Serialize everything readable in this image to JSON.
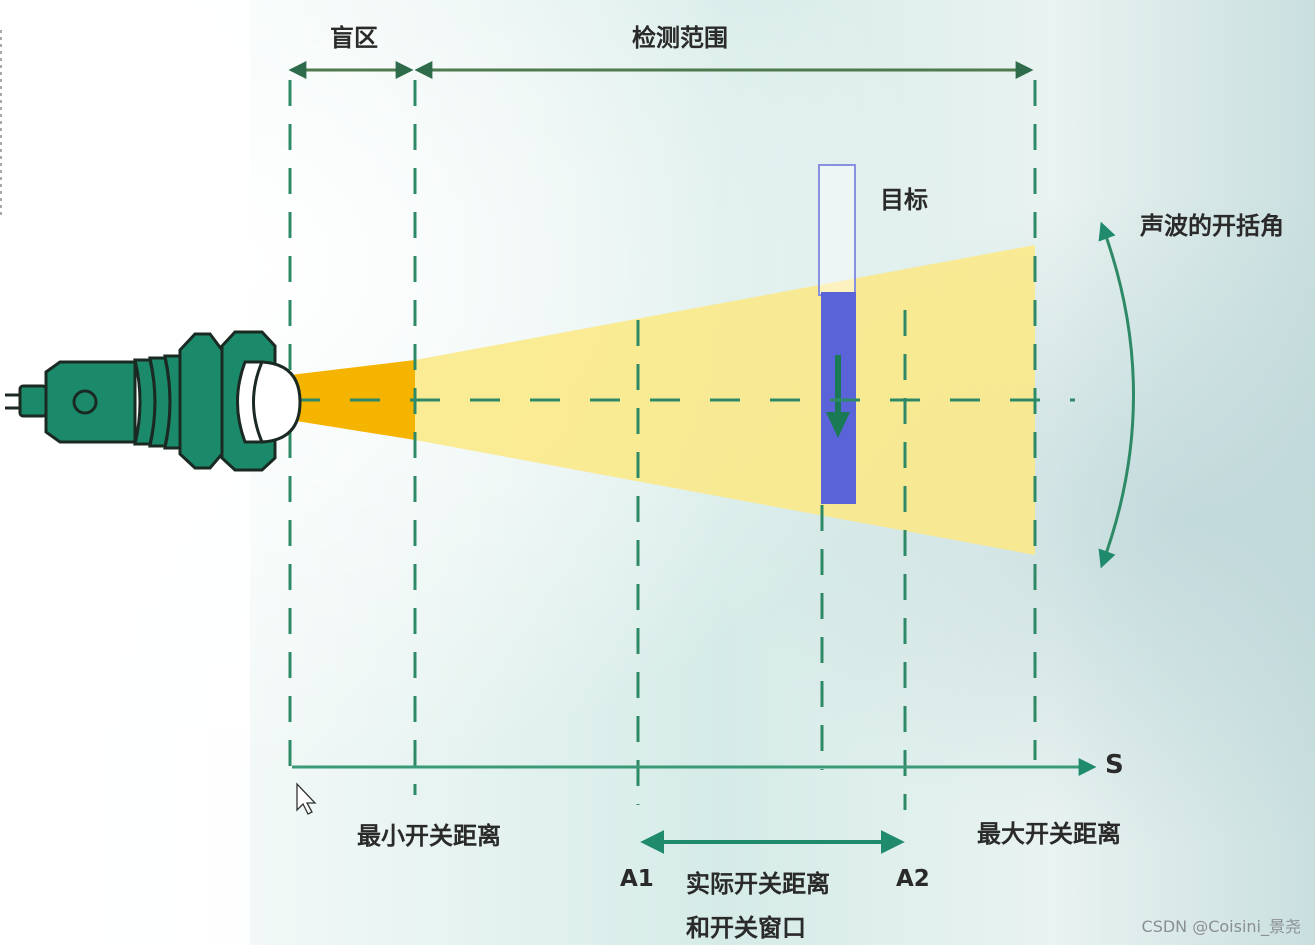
{
  "diagram": {
    "title_blind_zone": "盲区",
    "title_detection_range": "检测范围",
    "target_label": "目标",
    "beam_angle_label": "声波的开括角",
    "axis_label": "S",
    "min_switch_distance": "最小开关距离",
    "max_switch_distance": "最大开关距离",
    "a1_label": "A1",
    "a2_label": "A2",
    "actual_switch_distance_line1": "实际开关距离",
    "actual_switch_distance_line2": "和开关窗口",
    "watermark": "CSDN @Coisini_景尧"
  },
  "colors": {
    "sensor_body": "#1b8a6b",
    "line_green": "#2e7d5b",
    "blind_zone_beam": "#f5b800",
    "detection_beam": "#fbe98a",
    "target_fill": "#5a64d8",
    "target_outline": "#8890e0",
    "background_tint": "#cfe6e3"
  },
  "icons": {
    "cursor": "mouse-pointer-icon",
    "sensor": "ultrasonic-sensor-icon"
  }
}
